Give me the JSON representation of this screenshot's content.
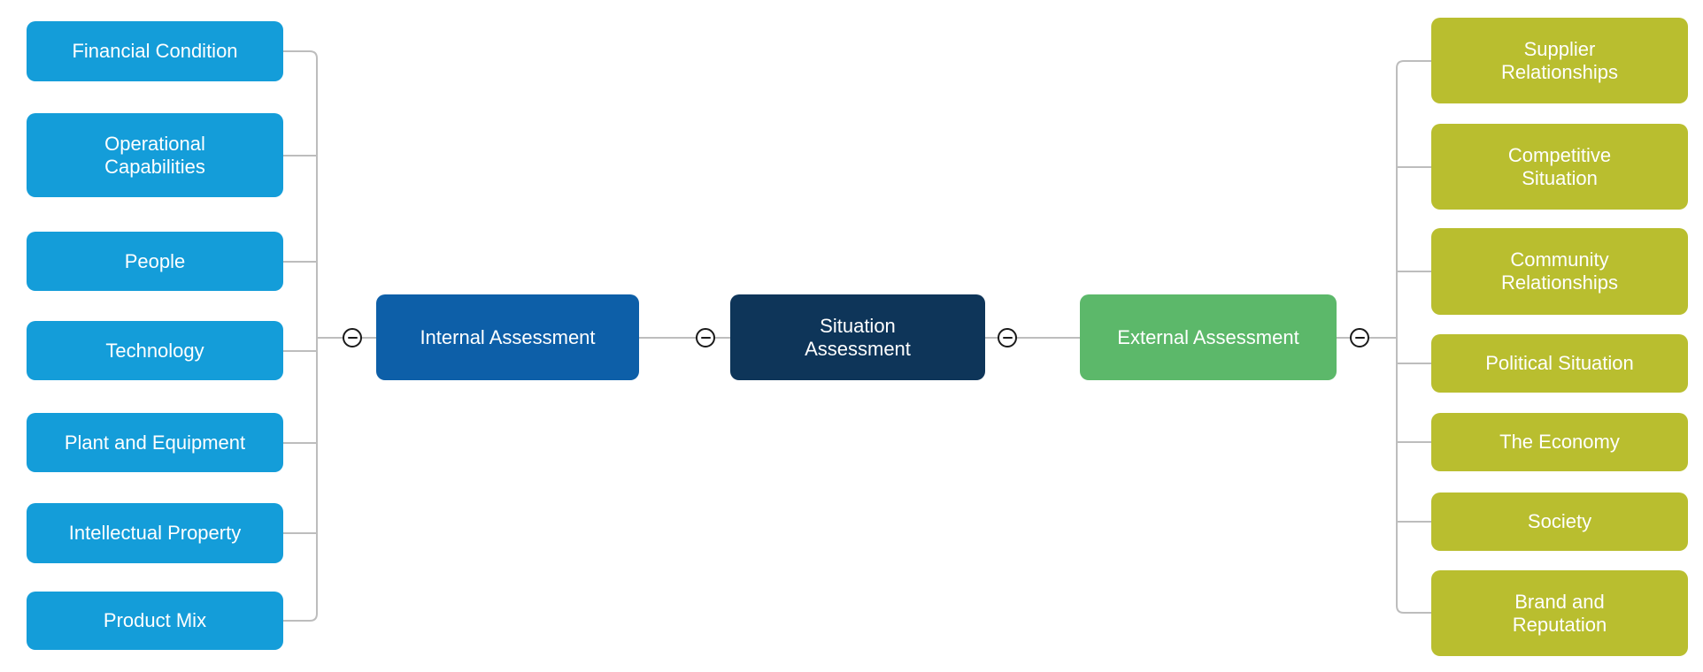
{
  "diagram": {
    "type": "mindmap",
    "root": {
      "label": "Situation\nAssessment"
    },
    "internal": {
      "label": "Internal Assessment",
      "children": [
        "Financial Condition",
        "Operational\nCapabilities",
        "People",
        "Technology",
        "Plant and Equipment",
        "Intellectual Property",
        "Product Mix"
      ]
    },
    "external": {
      "label": "External Assessment",
      "children": [
        "Supplier\nRelationships",
        "Competitive\nSituation",
        "Community\nRelationships",
        "Political Situation",
        "The Economy",
        "Society",
        "Brand and\nReputation"
      ]
    },
    "collapse_buttons": {
      "count": 4,
      "symbol": "minus"
    },
    "colors": {
      "internal_child": "#149DD9",
      "internal_node": "#0D5FA8",
      "root_node": "#0E3559",
      "external_node": "#5CB86A",
      "external_child": "#B9BE2F",
      "connector": "#BDBDBD",
      "collapse_border": "#1A1A1A",
      "node_text": "#FFFFFF",
      "background": "#FFFFFF"
    }
  }
}
